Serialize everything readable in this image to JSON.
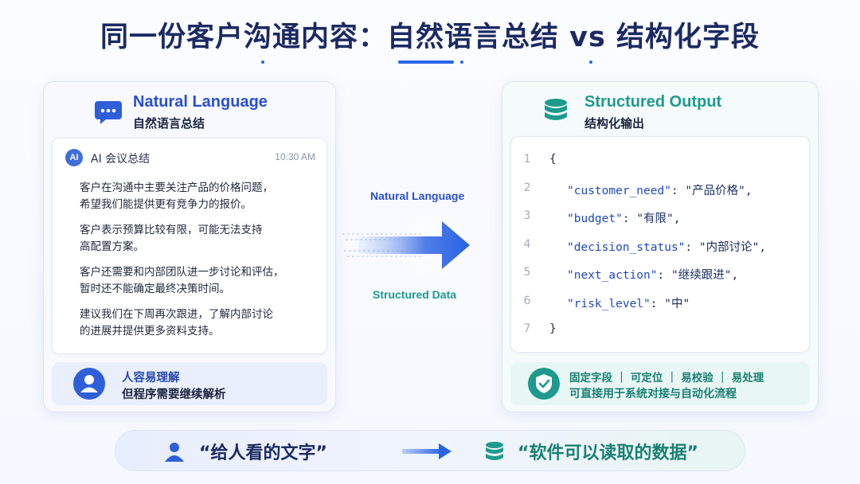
{
  "title": "同一份客户沟通内容：自然语言总结 vs 结构化字段",
  "colors": {
    "title": "#1b2a63",
    "natural_accent": "#2a4fd0",
    "structured_accent": "#1e9a8c",
    "arrow": "#2a63e6"
  },
  "left_panel": {
    "icon": "chat-bubble-icon",
    "title": "Natural Language",
    "subtitle": "自然语言总结",
    "card": {
      "badge": "AI",
      "title": "AI 会议总结",
      "time": "10:30 AM",
      "paragraphs": [
        [
          "客户在沟通中主要关注产品的价格问题，",
          "希望我们能提供更有竞争力的报价。"
        ],
        [
          "客户表示预算比较有限，可能无法支持",
          "高配置方案。"
        ],
        [
          "客户还需要和内部团队进一步讨论和评估，",
          "暂时还不能确定最终决策时间。"
        ],
        [
          "建议我们在下周再次跟进，了解内部讨论",
          "的进展并提供更多资料支持。"
        ]
      ]
    },
    "footer": {
      "icon": "person-icon",
      "line1": "人容易理解",
      "line2": "但程序需要继续解析"
    }
  },
  "middle": {
    "label_top": "Natural Language",
    "label_bottom": "Structured Data",
    "icon": "arrow-right-icon"
  },
  "right_panel": {
    "icon": "database-icon",
    "title": "Structured Output",
    "subtitle": "结构化输出",
    "code": [
      {
        "n": "1",
        "key": "",
        "value": "",
        "text": "{"
      },
      {
        "n": "2",
        "key": "\"customer_need\"",
        "value": "\"产品价格\"",
        "text": ""
      },
      {
        "n": "3",
        "key": "\"budget\"",
        "value": "\"有限\"",
        "text": ""
      },
      {
        "n": "4",
        "key": "\"decision_status\"",
        "value": "\"内部讨论\"",
        "text": ""
      },
      {
        "n": "5",
        "key": "\"next_action\"",
        "value": "\"继续跟进\"",
        "text": ""
      },
      {
        "n": "6",
        "key": "\"risk_level\"",
        "value": "\"中\"",
        "text": ""
      },
      {
        "n": "7",
        "key": "",
        "value": "",
        "text": "}"
      }
    ],
    "footer": {
      "icon": "shield-check-icon",
      "line1": "固定字段 ｜ 可定位 ｜ 易校验 ｜ 易处理",
      "line2": "可直接用于系统对接与自动化流程"
    }
  },
  "bottom": {
    "left_icon": "person-icon",
    "left_text": "“给人看的文字”",
    "arrow_icon": "arrow-right-icon",
    "right_icon": "database-icon",
    "right_text": "“软件可以读取的数据”"
  }
}
